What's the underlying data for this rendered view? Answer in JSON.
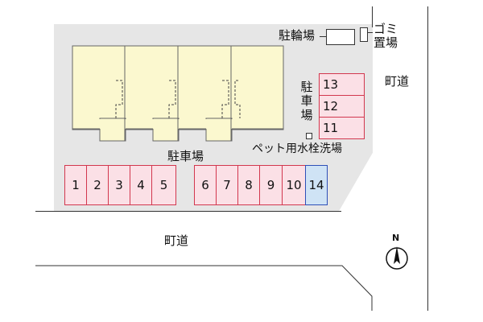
{
  "labels": {
    "bicycle_parking": "駐輪場",
    "garbage": "ゴミ置場",
    "parking_center": "駐車場",
    "parking_side": "駐車場",
    "pet_wash": "ペット用水栓洗場",
    "road_east": "町道",
    "road_south": "町道",
    "north": "N"
  },
  "parking": {
    "south_left": [
      "1",
      "2",
      "3",
      "4",
      "5"
    ],
    "south_right": [
      "6",
      "7",
      "8",
      "9",
      "10",
      "14"
    ],
    "east": [
      "13",
      "12",
      "11"
    ]
  },
  "colors": {
    "site": "#e6e6e6",
    "building": "#fbf8cf",
    "space_fill": "#fbe0e6",
    "space_border": "#d2374e",
    "space_alt_fill": "#cfe3f5",
    "space_alt_border": "#2e4fb8"
  },
  "icons": [
    "compass-icon",
    "faucet-icon"
  ]
}
